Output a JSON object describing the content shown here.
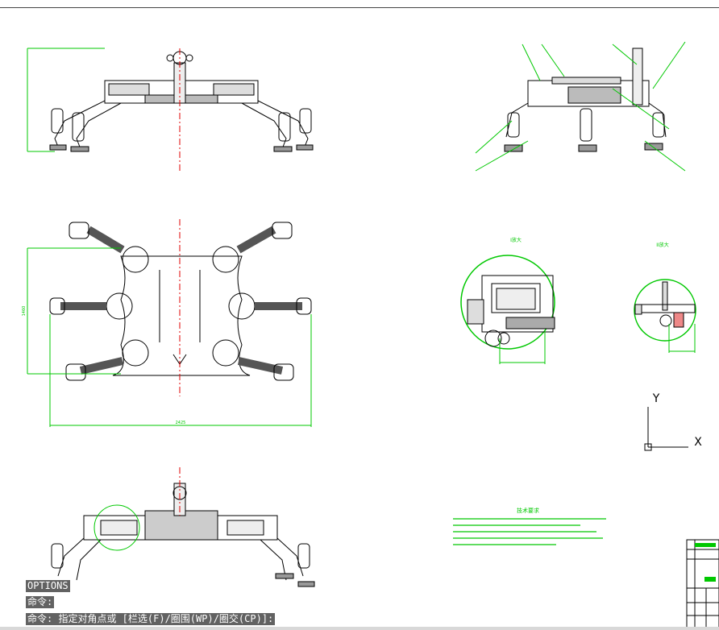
{
  "command_line": {
    "options_label": "OPTIONS",
    "history_line": "命令:",
    "prompt_line": "命令: 指定对角点或 [栏选(F)/圈围(WP)/圈交(CP)]:"
  },
  "ucs": {
    "x_label": "X",
    "y_label": "Y"
  },
  "drawing": {
    "dim_front_width": "2425",
    "dim_plan_height": "1460",
    "detail_1_label": "I放大",
    "detail_2_label": "II放大",
    "tech_notes_title": "技术要求"
  },
  "colors": {
    "background": "#ffffff",
    "linework": "#000000",
    "dimension": "#00c800",
    "centerline": "#e00000",
    "command_bg": "#464646",
    "command_text": "#ffffff"
  }
}
